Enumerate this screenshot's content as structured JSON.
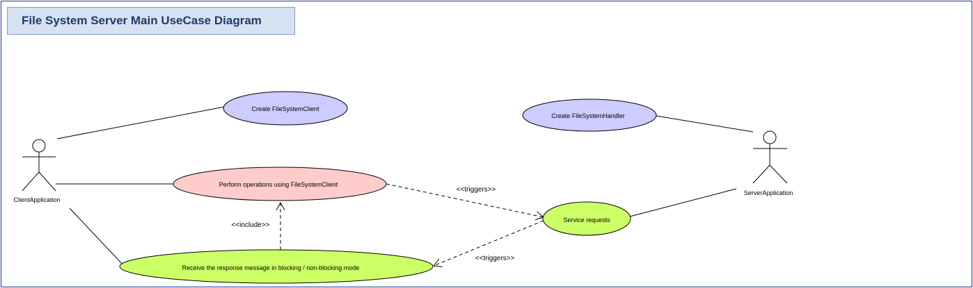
{
  "title": "File System Server Main UseCase Diagram",
  "actors": {
    "client": "ClientApplication",
    "server": "ServerApplication"
  },
  "usecases": {
    "create_client": "Create FileSystemClient",
    "perform_ops": "Perform operations using FileSystemClient",
    "receive_response": "Receive the response message in blocking / non-blocking mode",
    "create_handler": "Create FileSystemHandler",
    "service_requests": "Service requests"
  },
  "relations": {
    "include": "<<include>>",
    "triggers_1": "<<triggers>>",
    "triggers_2": "<<triggers>>"
  },
  "colors": {
    "border": "#1f3a8a",
    "blue_usecase": "#ccccff",
    "pink_usecase": "#ffcccc",
    "green_usecase": "#ccff66",
    "title_bg": "#d6e2f2",
    "title_text": "#1f3a70"
  }
}
